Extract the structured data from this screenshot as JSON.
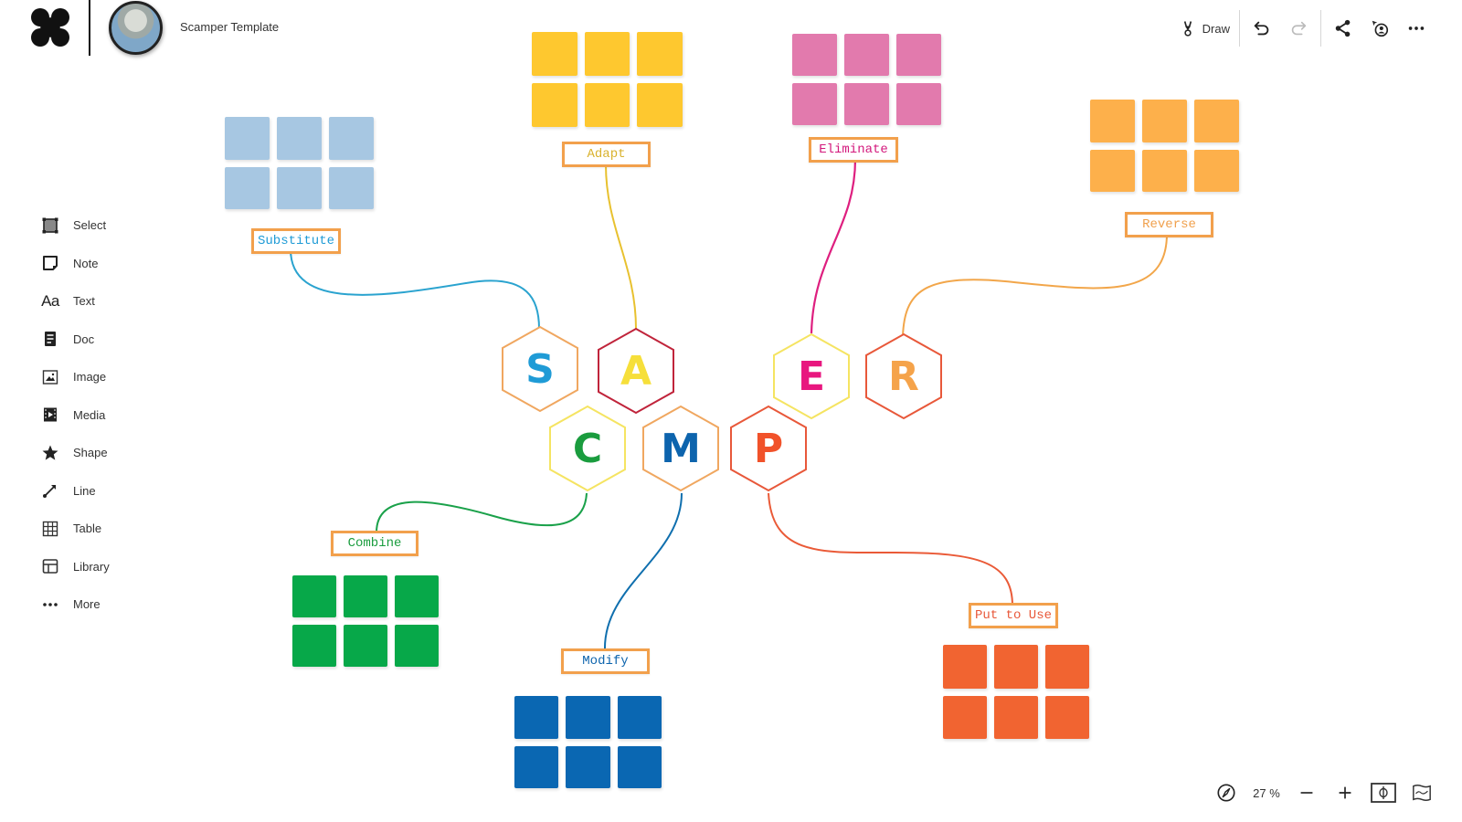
{
  "header": {
    "logo": "app-logo-four-circles",
    "board_title": "Scamper Template",
    "avatar": "user-avatar-photo"
  },
  "toolbar": {
    "draw_label": "Draw",
    "icons": [
      "pen-icon",
      "undo-icon",
      "redo-icon",
      "share-icon",
      "follow-user-icon",
      "more-icon"
    ]
  },
  "sidebar": {
    "items": [
      {
        "label": "Select",
        "icon": "select-icon"
      },
      {
        "label": "Note",
        "icon": "note-icon"
      },
      {
        "label": "Text",
        "icon": "text-icon",
        "glyph": "Aa"
      },
      {
        "label": "Doc",
        "icon": "doc-icon"
      },
      {
        "label": "Image",
        "icon": "image-icon"
      },
      {
        "label": "Media",
        "icon": "media-icon"
      },
      {
        "label": "Shape",
        "icon": "star-icon"
      },
      {
        "label": "Line",
        "icon": "line-icon"
      },
      {
        "label": "Table",
        "icon": "table-icon"
      },
      {
        "label": "Library",
        "icon": "library-icon"
      },
      {
        "label": "More",
        "icon": "more-dots-icon"
      }
    ]
  },
  "board": {
    "hexagons": [
      {
        "letter": "S",
        "letter_color": "#1f9bd6",
        "stroke": "#f0a760"
      },
      {
        "letter": "A",
        "letter_color": "#f6df3a",
        "stroke": "#c0243b"
      },
      {
        "letter": "C",
        "letter_color": "#1a9c3e",
        "stroke": "#f5e462"
      },
      {
        "letter": "M",
        "letter_color": "#0d64ad",
        "stroke": "#f0a760"
      },
      {
        "letter": "P",
        "letter_color": "#f1522a",
        "stroke": "#e8583a"
      },
      {
        "letter": "E",
        "letter_color": "#e8177f",
        "stroke": "#f5e462"
      },
      {
        "letter": "R",
        "letter_color": "#f5a34a",
        "stroke": "#e8583a"
      }
    ],
    "sections": [
      {
        "label": "Substitute",
        "text_color": "#1f9bd6",
        "note_color": "#a7c7e2",
        "line_color": "#2aa3cf"
      },
      {
        "label": "Adapt",
        "text_color": "#d9b22d",
        "note_color": "#fec82f",
        "line_color": "#e8c12f"
      },
      {
        "label": "Eliminate",
        "text_color": "#d3197c",
        "note_color": "#e27aad",
        "line_color": "#de1f7f"
      },
      {
        "label": "Reverse",
        "text_color": "#f0a04c",
        "note_color": "#fdb04b",
        "line_color": "#f2a64a"
      },
      {
        "label": "Combine",
        "text_color": "#1a9c3e",
        "note_color": "#07a849",
        "line_color": "#1aa14a"
      },
      {
        "label": "Modify",
        "text_color": "#0d64ad",
        "note_color": "#0a67b2",
        "line_color": "#0f6fae"
      },
      {
        "label": "Put to Use",
        "text_color": "#e8583a",
        "note_color": "#f16431",
        "line_color": "#ea5a37"
      }
    ],
    "label_border_color": "#f2a04c"
  },
  "zoom": {
    "level": "27 %",
    "icons": [
      "compass-icon",
      "zoom-out-icon",
      "zoom-in-icon",
      "fit-to-screen-icon",
      "minimap-icon"
    ]
  }
}
